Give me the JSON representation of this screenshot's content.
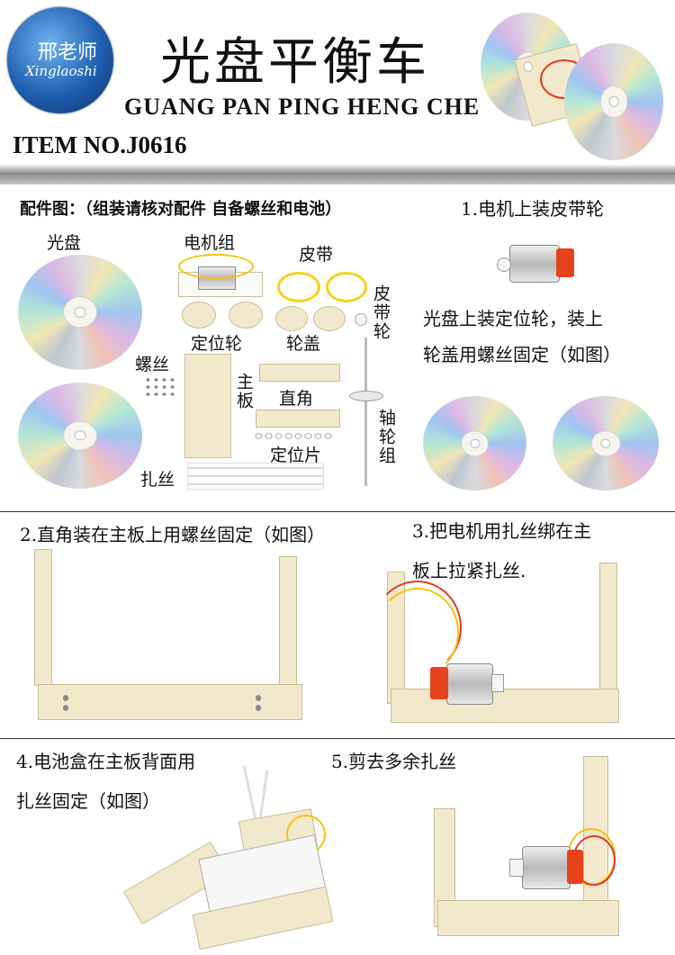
{
  "header": {
    "logo_brand": "邢老师",
    "logo_script": "Xinglaoshi",
    "title_cn": "光盘平衡车",
    "title_en": "GUANG PAN PING HENG CHE",
    "item_no": "ITEM NO.J0616"
  },
  "parts": {
    "heading": "配件图：（组装请核对配件 自备螺丝和电池）",
    "items": {
      "disc": "光盘",
      "motor_group": "电机组",
      "belt": "皮带",
      "belt_wheel": "皮带轮",
      "locating_wheel": "定位轮",
      "wheel_cover": "轮盖",
      "screws": "螺丝",
      "main_board": "主板",
      "right_angle": "直角",
      "locating_piece": "定位片",
      "shaft_wheel_group": "轴轮组",
      "zip_tie": "扎丝"
    }
  },
  "steps": {
    "s1_title": "1.电机上装皮带轮",
    "s1_line2": "光盘上装定位轮，装上",
    "s1_line3": "轮盖用螺丝固定（如图）",
    "s2_title": "2.直角装在主板上用螺丝固定（如图）",
    "s3_line1": "3.把电机用扎丝绑在主",
    "s3_line2": "板上拉紧扎丝.",
    "s4_line1": "4.电池盒在主板背面用",
    "s4_line2": "扎丝固定（如图）",
    "s5_title": "5.剪去多余扎丝"
  },
  "colors": {
    "board": "#f2e8cc",
    "wire_red": "#e23a1d",
    "wire_yellow": "#f4c20d",
    "belt": "#f6d21a",
    "logo_blue": "#1f5fb0"
  }
}
